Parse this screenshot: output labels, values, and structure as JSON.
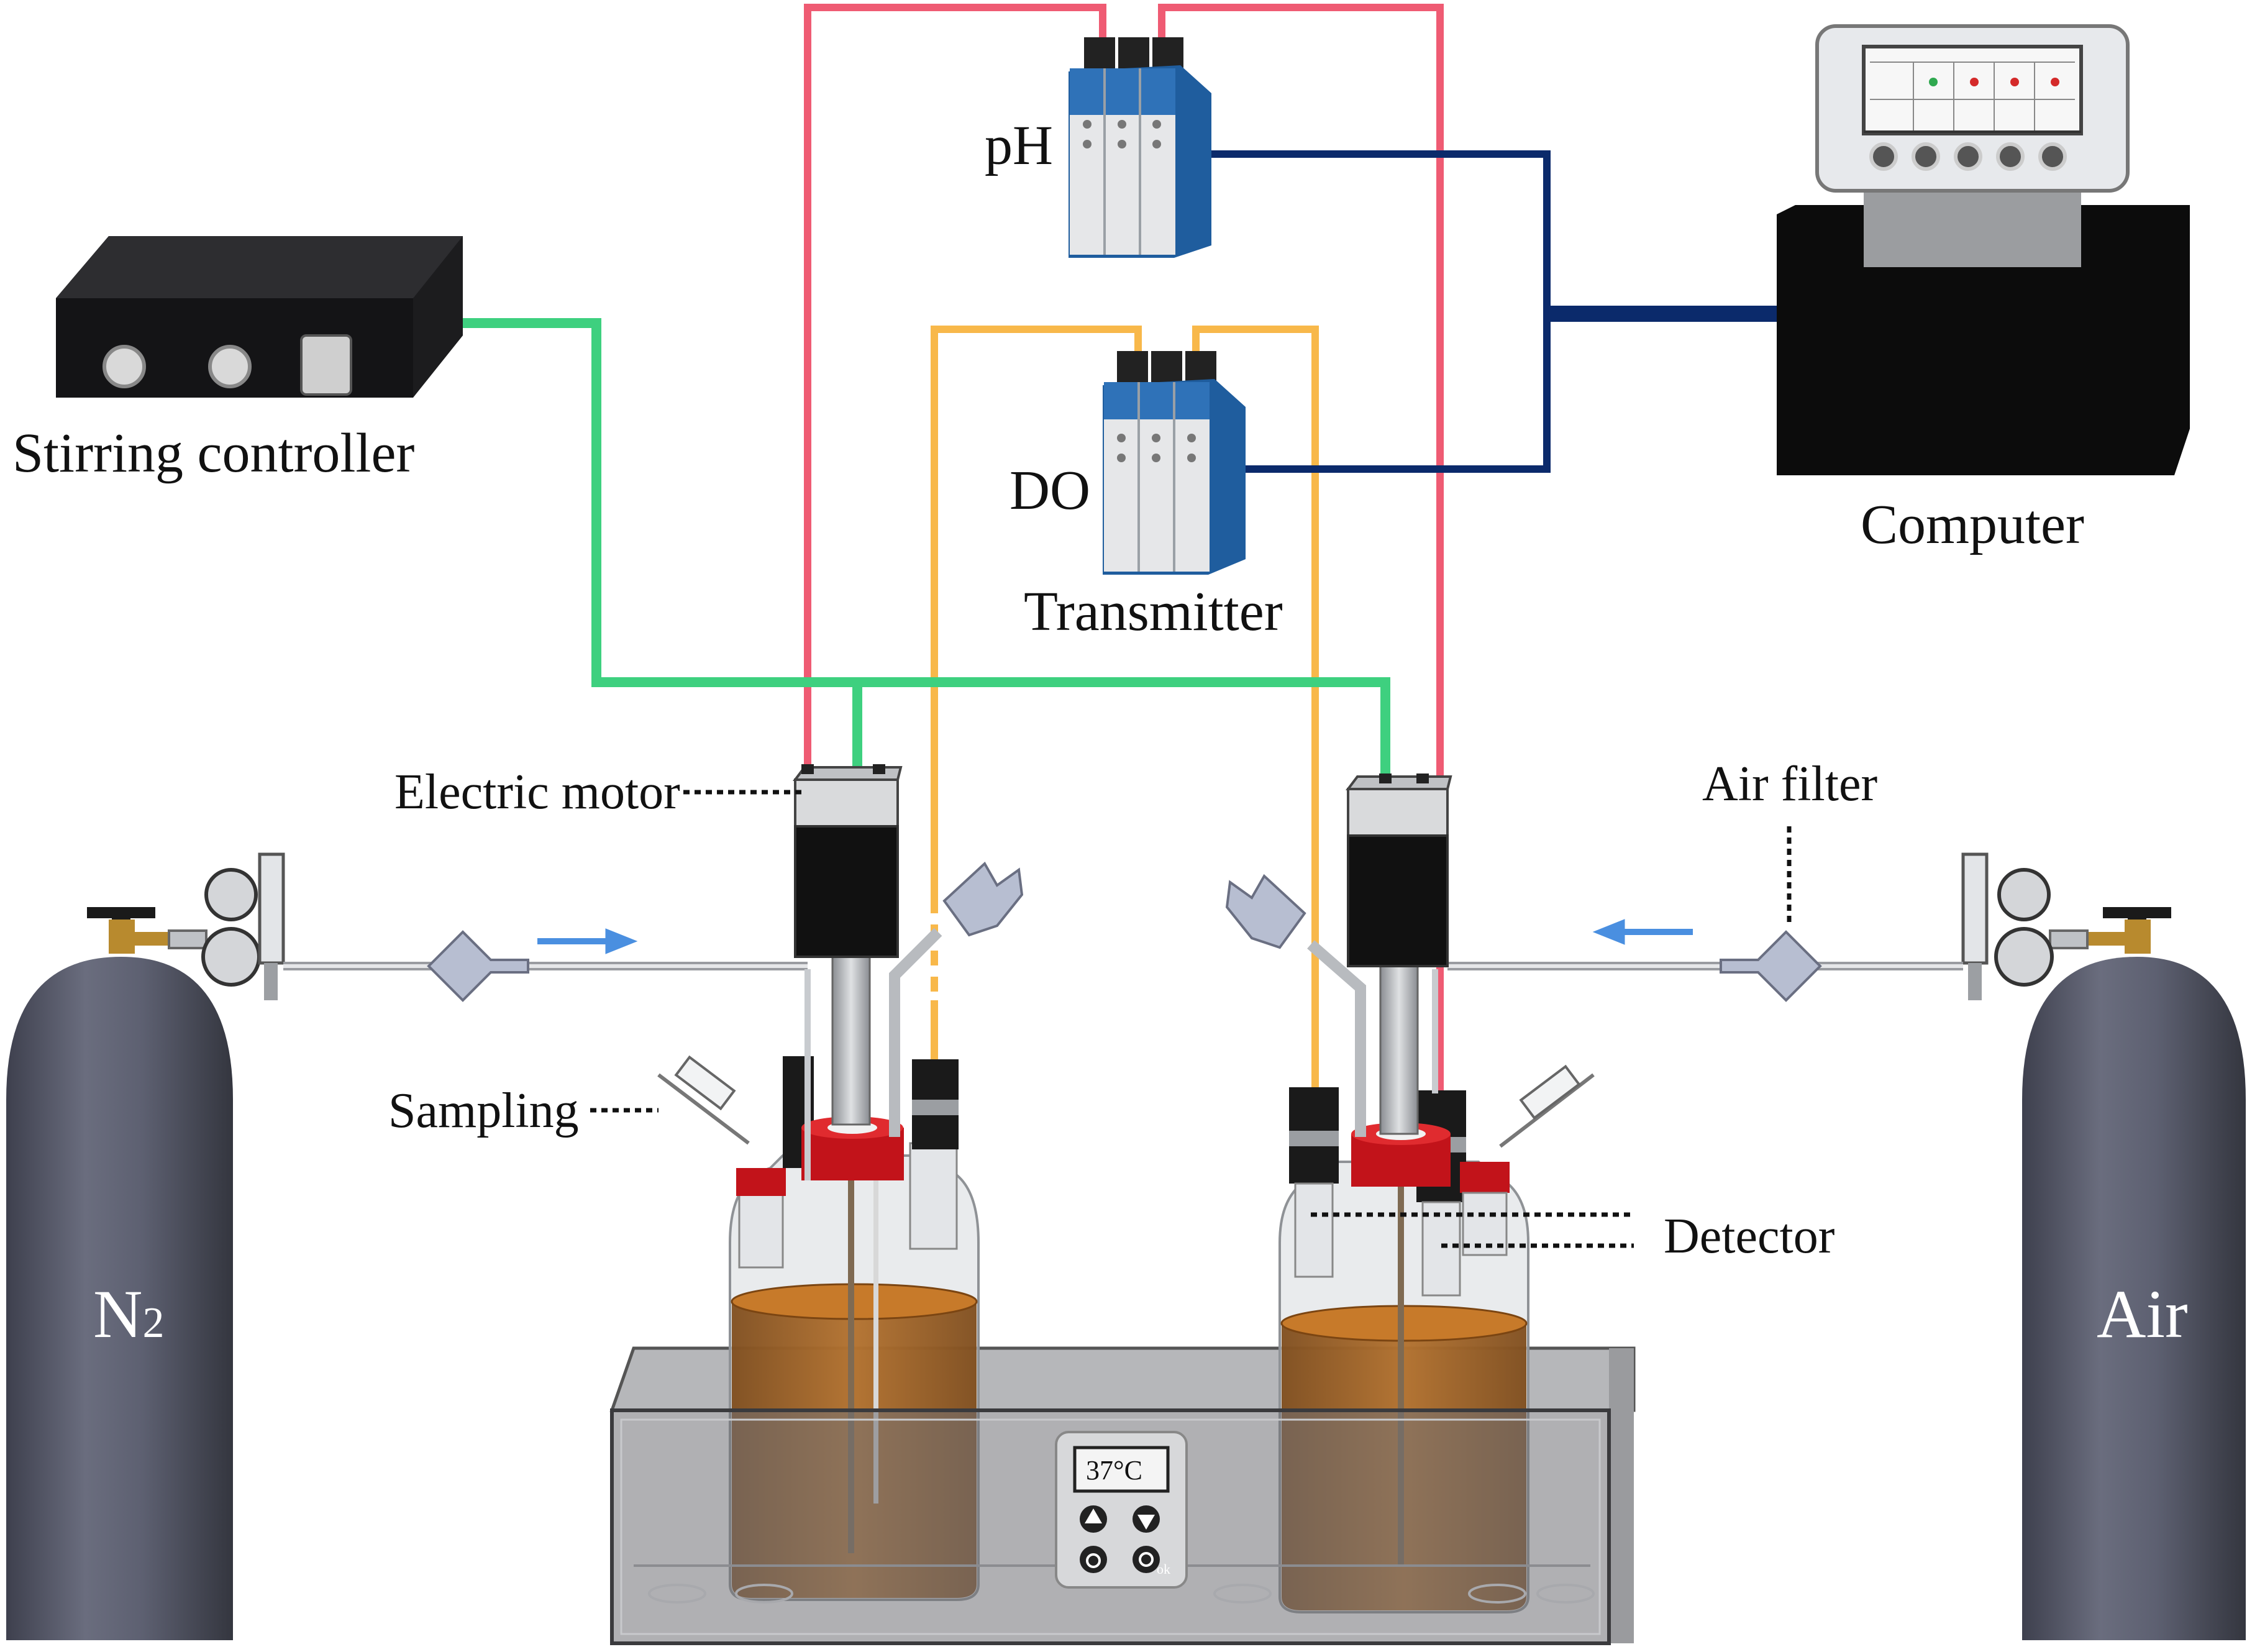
{
  "labels": {
    "ph": "pH",
    "do": "DO",
    "transmitter": "Transmitter",
    "stirring_controller": "Stirring controller",
    "computer": "Computer",
    "electric_motor": "Electric motor",
    "air_filter": "Air filter",
    "sampling": "Sampling",
    "detector": "Detector",
    "n2_main": "N",
    "n2_sub": "2",
    "air": "Air",
    "temperature": "37°C",
    "ok_button": "ok"
  },
  "colors": {
    "ph_wire": "#ef5b73",
    "do_wire": "#f8b84a",
    "stir_wire": "#3ed07f",
    "data_cable": "#0b2a6b",
    "flow_arrow": "#4a8fe0",
    "cylinder": "#5a5d6e",
    "liquid": "#a8611d",
    "cap_red": "#c2131a",
    "transmitter_blue": "#1f5d9e"
  },
  "icons": {
    "up": "up-arrow-icon",
    "down": "down-arrow-icon",
    "power": "power-icon",
    "ok": "ok-icon"
  }
}
